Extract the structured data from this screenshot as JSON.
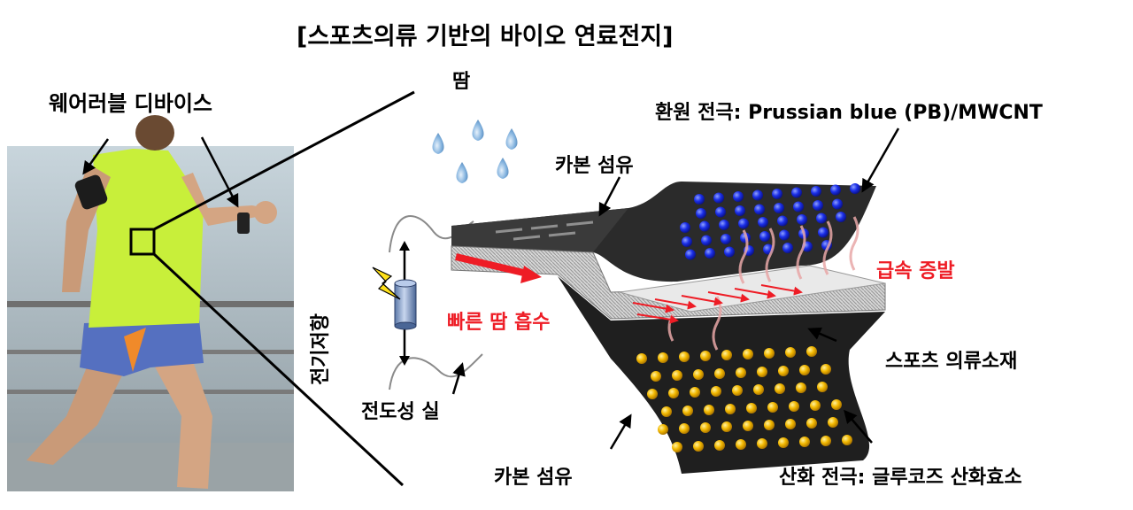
{
  "title": "[스포츠의류 기반의 바이오 연료전지]",
  "labels": {
    "wearable": "웨어러블 디바이스",
    "sweat": "땀",
    "cathode": "환원 전극: Prussian blue (PB)/MWCNT",
    "carbon_fiber_top": "카본 섬유",
    "evaporation": "급속 증발",
    "absorption": "빠른 땀 흡수",
    "fabric": "스포츠 의류소재",
    "thread": "전도성 실",
    "carbon_fiber_bottom": "카본 섬유",
    "anode": "산화 전극: 글루코즈 산화효소",
    "resistance": "전기저항"
  },
  "colors": {
    "accent_red": "#ee1c25",
    "cathode_dot": "#1a2ee8",
    "anode_dot": "#f2b800",
    "sweat_drop": "#7fb0dd"
  }
}
